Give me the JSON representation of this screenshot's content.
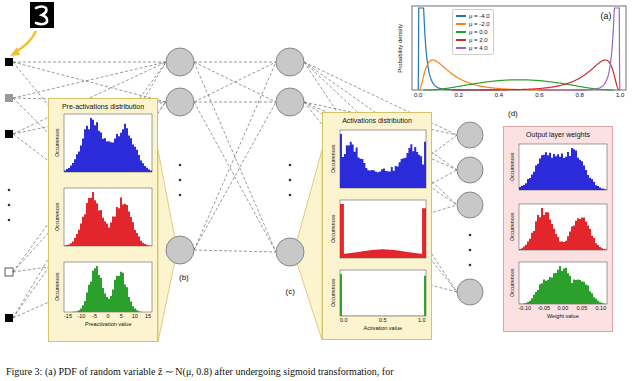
{
  "diagram": {
    "caption": "Figure 3: (a) PDF of random variable ẑ ∼ N(μ, 0.8) after undergoing sigmoid transformation, for",
    "nodes": [
      {
        "text": [
          "Pre-activations distribution"
        ]
      },
      {
        "text": [
          "Activations distribution"
        ]
      },
      {
        "text": [
          "Output layer weights"
        ]
      }
    ],
    "labels": [
      "(a)",
      "(b)",
      "(c)",
      "(d)",
      "Probability density",
      "0.0",
      "0.2",
      "0.4",
      "0.6",
      "0.8",
      "1.0",
      "Occurrences",
      "Occurrences",
      "Occurrences",
      "Occurrences",
      "Occurrences",
      "Occurrences",
      "Occurrences",
      "Occurrences",
      "Occurrences",
      "-15",
      "-10",
      "-5",
      "0",
      "5",
      "10",
      "15",
      "Preactivation value",
      "0.0",
      "0.5",
      "1.0",
      "Activation value",
      "-0.10",
      "-0.05",
      "0.00",
      "0.05",
      "0.10",
      "Weight value"
    ],
    "legend": [
      {
        "text": "μ = -4.0",
        "color": "#1f77b4"
      },
      {
        "text": "μ = -2.0",
        "color": "#ff7f0e"
      },
      {
        "text": "μ = 0.0",
        "color": "#2ca02c"
      },
      {
        "text": "μ = 2.0",
        "color": "#d62728"
      },
      {
        "text": "μ = 4.0",
        "color": "#9467bd"
      }
    ]
  }
}
